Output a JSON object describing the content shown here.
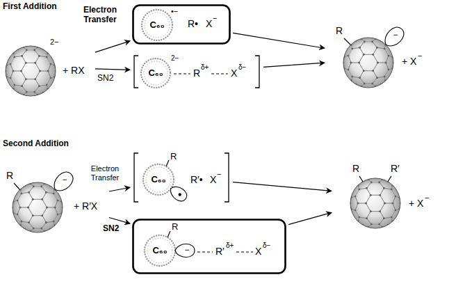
{
  "diagram": {
    "nodes": [
      {
        "text": [
          "2−",
          "+ RX"
        ]
      },
      {
        "text": [
          "C₆₀",
          "•−",
          "R•",
          "X",
          "−"
        ]
      },
      {
        "text": [
          "C₆₀",
          "2−",
          "R",
          "δ+",
          "X",
          "δ−"
        ]
      },
      {
        "text": [
          "R",
          "−",
          "+ X",
          "−"
        ]
      },
      {
        "text": [
          "R",
          "−",
          "+ R′X"
        ]
      },
      {
        "text": [
          "C₆₀",
          "R",
          "R′•",
          "X",
          "−"
        ]
      },
      {
        "text": [
          "C₆₀",
          "R",
          "−",
          "R′",
          "δ+",
          "X",
          "δ−"
        ]
      },
      {
        "text": [
          "R",
          "R′",
          "+ X",
          "−"
        ]
      }
    ],
    "edges": [
      {
        "from": 0,
        "to": 1,
        "arrow": "to",
        "label": "Electron Transfer"
      },
      {
        "from": 0,
        "to": 2,
        "arrow": "to",
        "label": "SN2"
      },
      {
        "from": 1,
        "to": 3,
        "arrow": "to"
      },
      {
        "from": 2,
        "to": 3,
        "arrow": "to"
      },
      {
        "from": 4,
        "to": 5,
        "arrow": "to",
        "label": "Electron Transfer"
      },
      {
        "from": 4,
        "to": 6,
        "arrow": "to",
        "label": "SN2"
      },
      {
        "from": 5,
        "to": 7,
        "arrow": "to"
      },
      {
        "from": 6,
        "to": 7,
        "arrow": "to"
      }
    ],
    "labels": [
      "First Addition",
      "Second Addition"
    ]
  }
}
